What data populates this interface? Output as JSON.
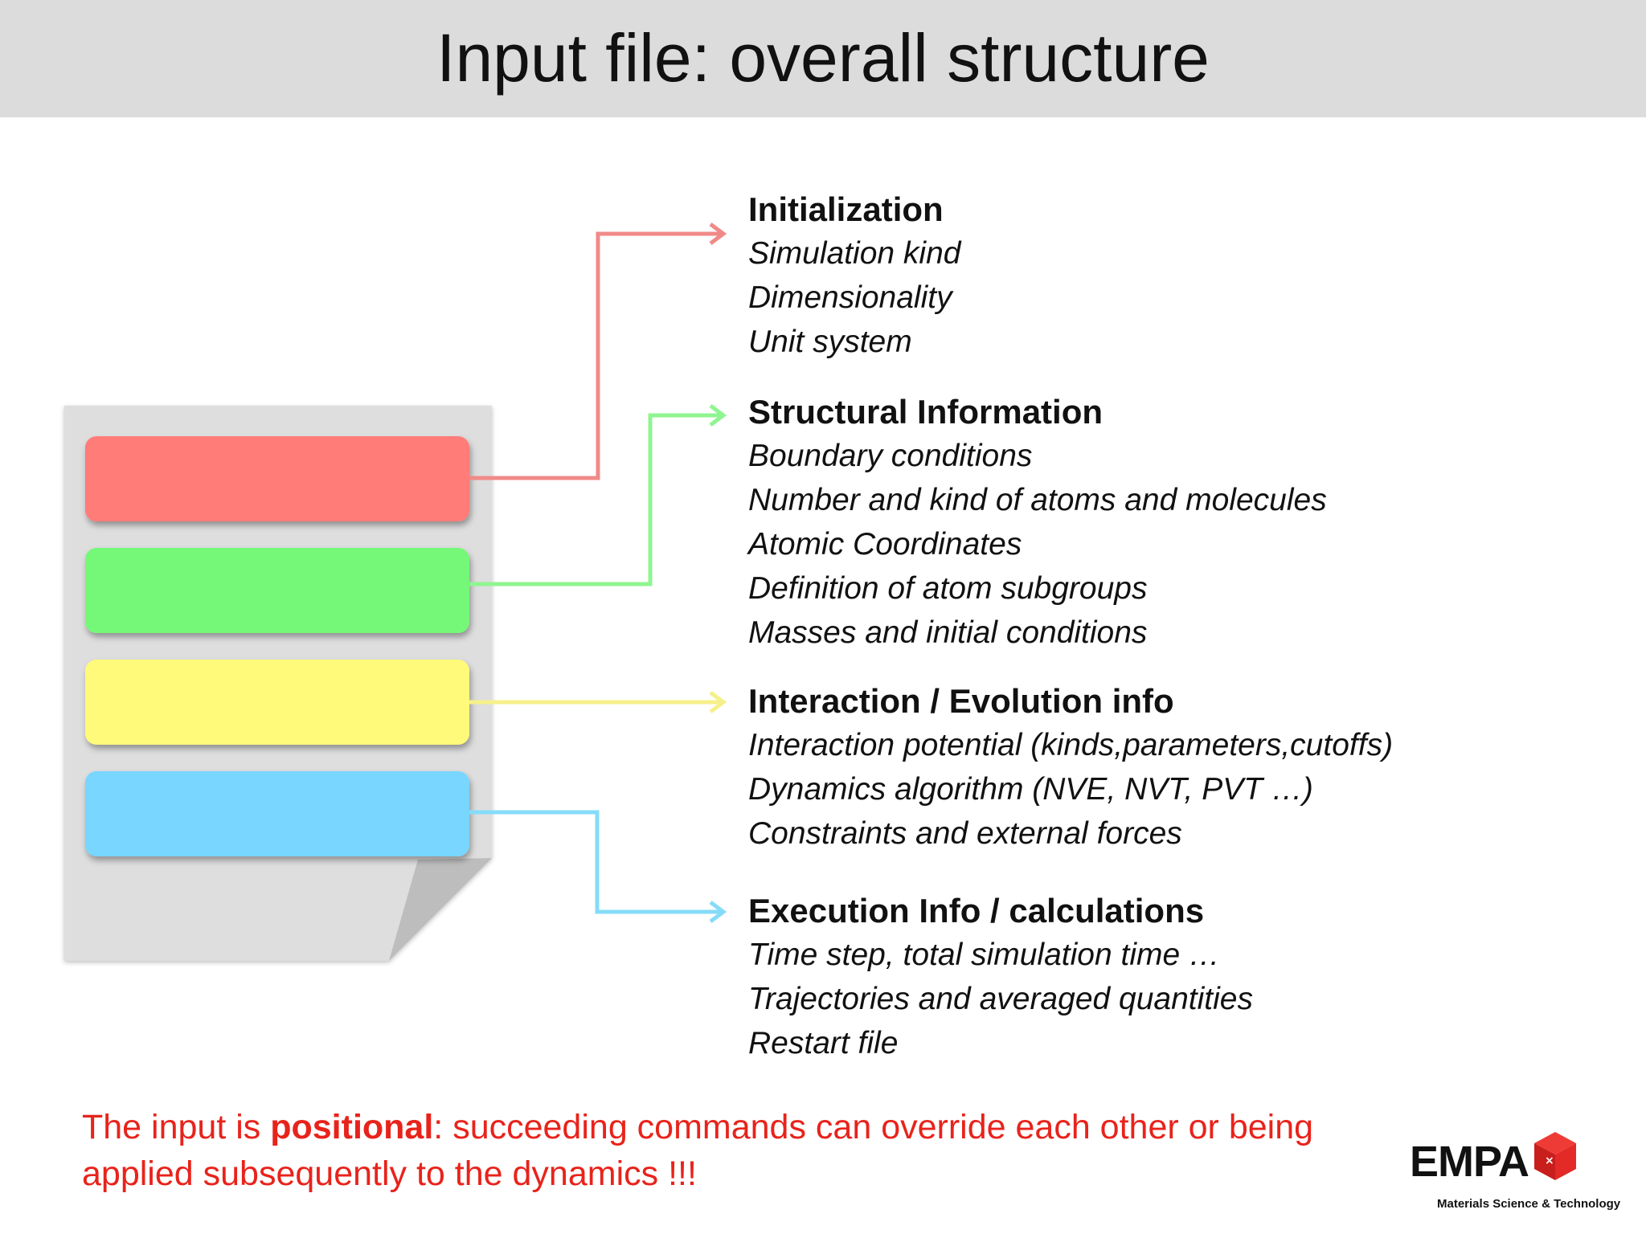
{
  "title": "Input file: overall structure",
  "colors": {
    "red": "#ff7b78",
    "green": "#75f878",
    "yellow": "#fffa7a",
    "blue": "#78d6ff",
    "arrow_red": "#f08a88",
    "arrow_green": "#8ff590",
    "arrow_yellow": "#f6f08a",
    "arrow_blue": "#86dcf8",
    "footer": "#e8231b"
  },
  "sections": [
    {
      "title": "Initialization",
      "items": [
        "Simulation kind",
        "Dimensionality",
        "Unit system"
      ]
    },
    {
      "title": "Structural Information",
      "items": [
        "Boundary conditions",
        "Number and kind of atoms and molecules",
        "Atomic Coordinates",
        "Definition of atom subgroups",
        "Masses and initial conditions"
      ]
    },
    {
      "title": "Interaction / Evolution info",
      "items": [
        "Interaction potential (kinds,parameters,cutoffs)",
        "Dynamics algorithm (NVE, NVT,  PVT …)",
        "Constraints and external forces"
      ]
    },
    {
      "title": "Execution Info / calculations",
      "items": [
        "Time step, total simulation time …",
        "Trajectories and averaged quantities",
        "Restart file"
      ]
    }
  ],
  "footer": {
    "prefix": "The input is ",
    "emphasis": "positional",
    "suffix": ": succeeding commands can override each other or being applied subsequently to the dynamics !!!"
  },
  "logo": {
    "text": "EMPA",
    "subtitle": "Materials Science & Technology"
  }
}
